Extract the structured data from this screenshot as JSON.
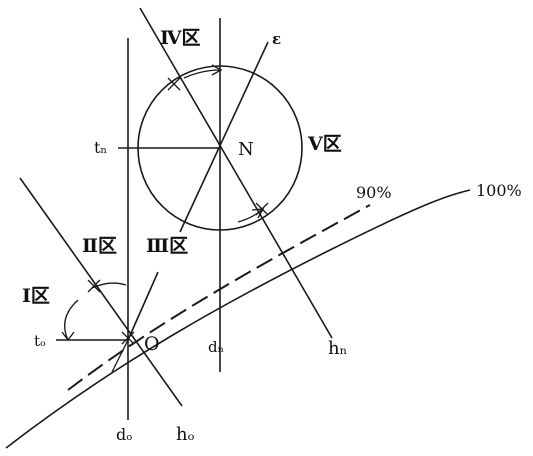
{
  "labels": {
    "zone_4": "Ⅳ区",
    "zone_5": "Ⅴ区",
    "zone_2": "Ⅱ区",
    "zone_3": "Ⅲ区",
    "zone_1": "Ⅰ区",
    "point_n": "N",
    "point_o": "O",
    "t_n": "tₙ",
    "t_o": "tₒ",
    "epsilon": "ε",
    "d_n": "dₙ",
    "d_o": "dₒ",
    "h_n": "hₙ",
    "h_o": "hₒ",
    "curve_90": "90%",
    "curve_100": "100%"
  }
}
